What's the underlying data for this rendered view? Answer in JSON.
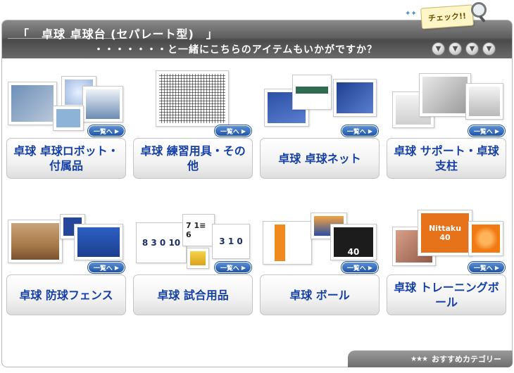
{
  "header": {
    "title": "「　卓球 卓球台 (セパレート型)　」",
    "subtitle": "・・・・・・・と一緒にこちらのアイテムもいかがですか？",
    "check_label": "チェック!!",
    "nav_count": 4
  },
  "button_label": "一覧へ",
  "categories": [
    {
      "label": "卓球 卓球ロボット・付属品"
    },
    {
      "label": "卓球 練習用具・その他"
    },
    {
      "label": "卓球 卓球ネット"
    },
    {
      "label": "卓球 サポート・卓球支柱"
    },
    {
      "label": "卓球 防球フェンス"
    },
    {
      "label": "卓球 試合用品"
    },
    {
      "label": "卓球 ボール"
    },
    {
      "label": "卓球 トレーニングボール"
    }
  ],
  "product_text": {
    "scoreboard_left": "8 3 0 10",
    "scoreboard_top": "7 1≡ 6",
    "scoreboard_right": "3 1 0",
    "ball_box": "40",
    "training_brand": "Nittaku",
    "training_box": "40"
  },
  "footer": {
    "label": "おすすめカテゴリー"
  },
  "colors": {
    "accent": "#1540a8",
    "header": "#5e5e5e",
    "button": "#1f55a8"
  }
}
